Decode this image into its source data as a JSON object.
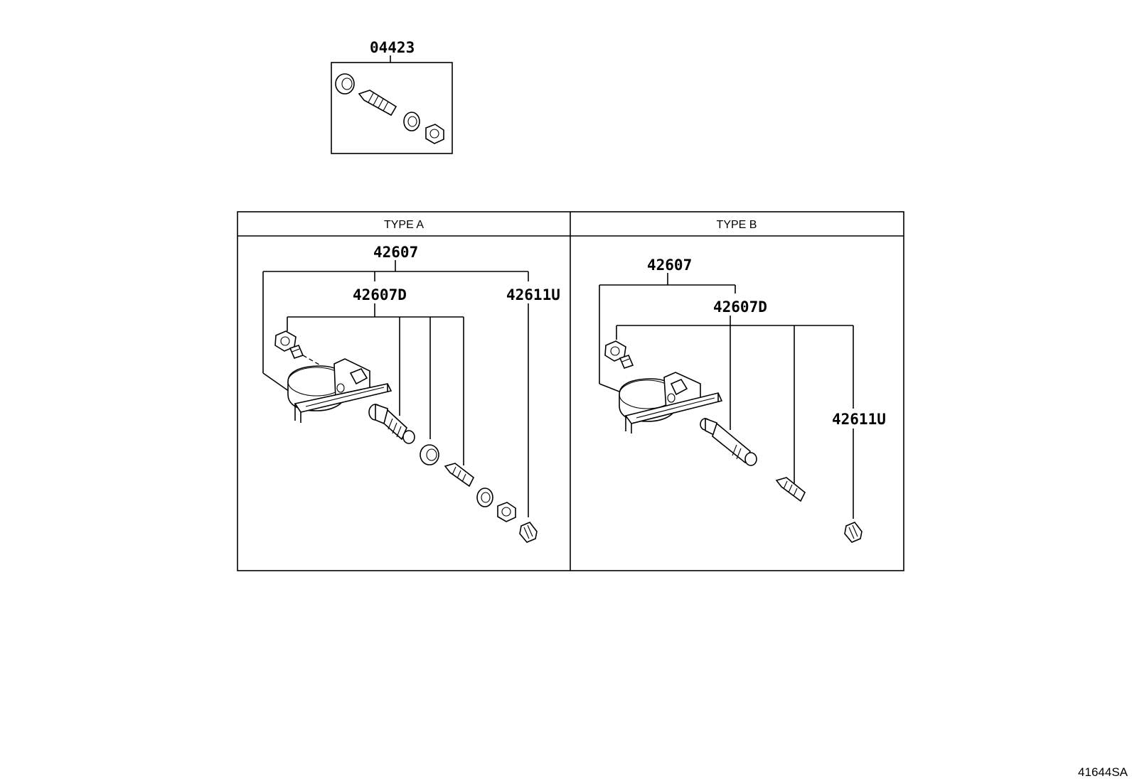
{
  "kit": {
    "part_number": "04423"
  },
  "type_a": {
    "header": "TYPE A",
    "sensor_assembly": "42607",
    "sub_assembly": "42607D",
    "cap": "42611U"
  },
  "type_b": {
    "header": "TYPE B",
    "sensor_assembly": "42607",
    "sub_assembly": "42607D",
    "cap": "42611U"
  },
  "figure_ref": "41644SA"
}
